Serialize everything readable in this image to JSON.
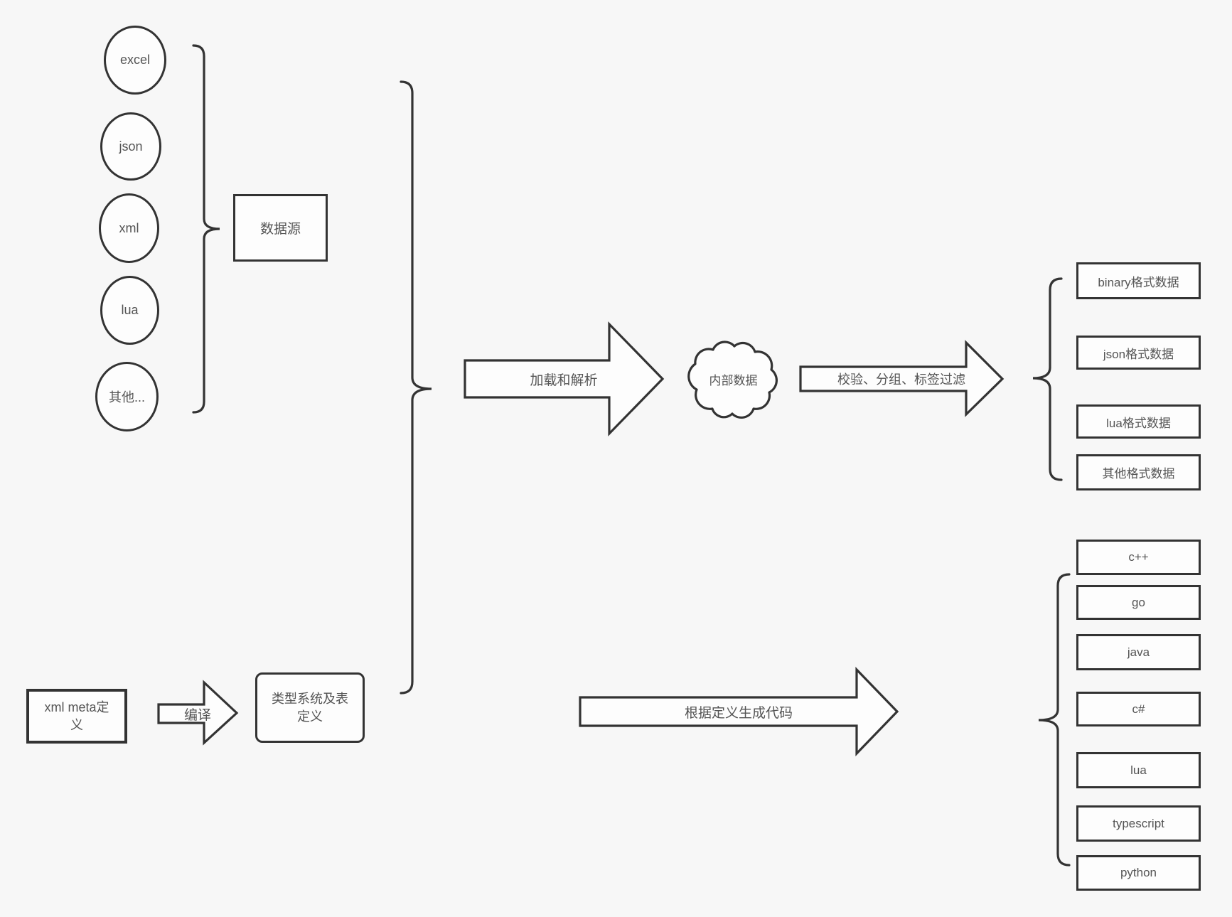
{
  "canvas": {
    "background": "#f7f7f7",
    "stroke_color": "#333333",
    "shape_fill": "#fdfdfd",
    "text_color": "#545454"
  },
  "sources": {
    "group_label": "数据源",
    "items": [
      "excel",
      "json",
      "xml",
      "lua",
      "其他..."
    ]
  },
  "definitions": {
    "xml_meta_label": "xml meta定义",
    "compile_arrow_label": "编译",
    "type_system_label": "类型系统及表定义"
  },
  "pipeline": {
    "load_parse_arrow_label": "加载和解析",
    "internal_data_label": "内部数据",
    "filter_arrow_label": "校验、分组、标签过滤",
    "generate_code_arrow_label": "根据定义生成代码"
  },
  "output_formats": {
    "items": [
      "binary格式数据",
      "json格式数据",
      "lua格式数据",
      "其他格式数据"
    ]
  },
  "languages": {
    "items": [
      "c++",
      "go",
      "java",
      "c#",
      "lua",
      "typescript",
      "python"
    ]
  }
}
